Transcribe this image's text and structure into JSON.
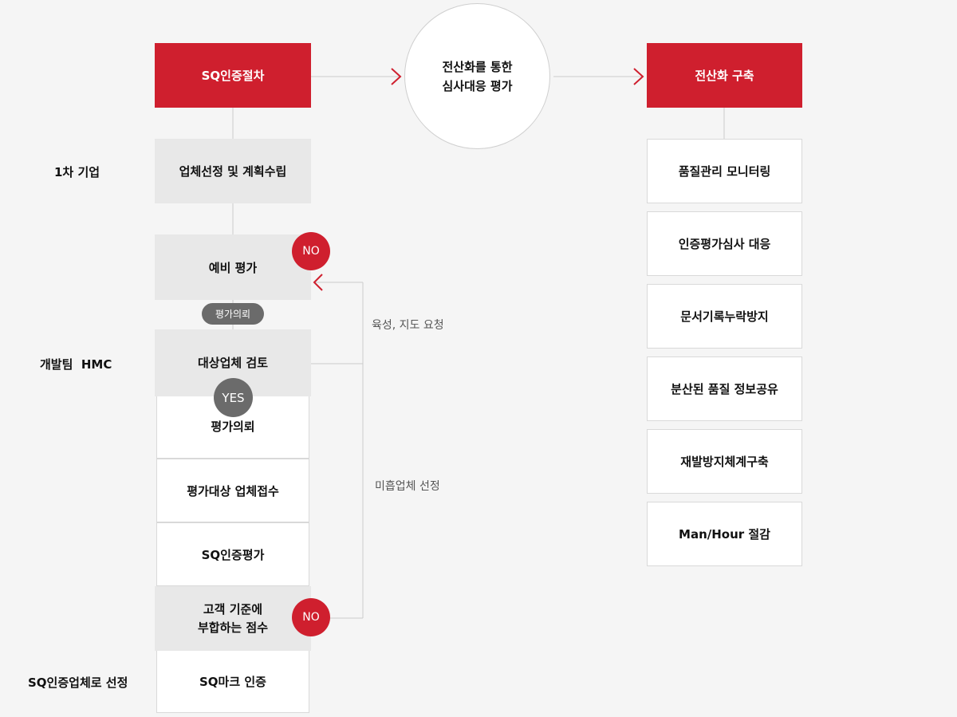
{
  "top": {
    "left_box": "SQ인증절차",
    "center_circle_line1": "전산화를 통한",
    "center_circle_line2": "심사대응 평가",
    "right_box": "전산화 구축"
  },
  "left_labels": {
    "first_tier": "1차 기업",
    "dev_team": "개발팀  HMC",
    "selection": "SQ인증업체로 선정"
  },
  "process": {
    "step1": "업체선정 및 계획수립",
    "step2": "예비 평가",
    "pill": "평가의뢰",
    "step3": "대상업체 검토",
    "step4": "평가의뢰",
    "step5": "평가대상 업체접수",
    "step6": "SQ인증평가",
    "step7_line1": "고객 기준에",
    "step7_line2": "부합하는 점수",
    "step8": "SQ마크 인증"
  },
  "badges": {
    "no_top": "NO",
    "yes": "YES",
    "no_bottom": "NO"
  },
  "notes": {
    "feedback": "육성, 지도 요청",
    "reject": "미흡업체 선정"
  },
  "right_list": [
    "품질관리 모니터링",
    "인증평가심사 대응",
    "문서기록누락방지",
    "분산된 품질 정보공유",
    "재발방지체계구축",
    "Man/Hour 절감"
  ],
  "colors": {
    "accent_red": "#cf1f2e",
    "gray_fill": "#e8e8e8",
    "badge_gray": "#6b6b6b",
    "line": "#cccccc"
  }
}
